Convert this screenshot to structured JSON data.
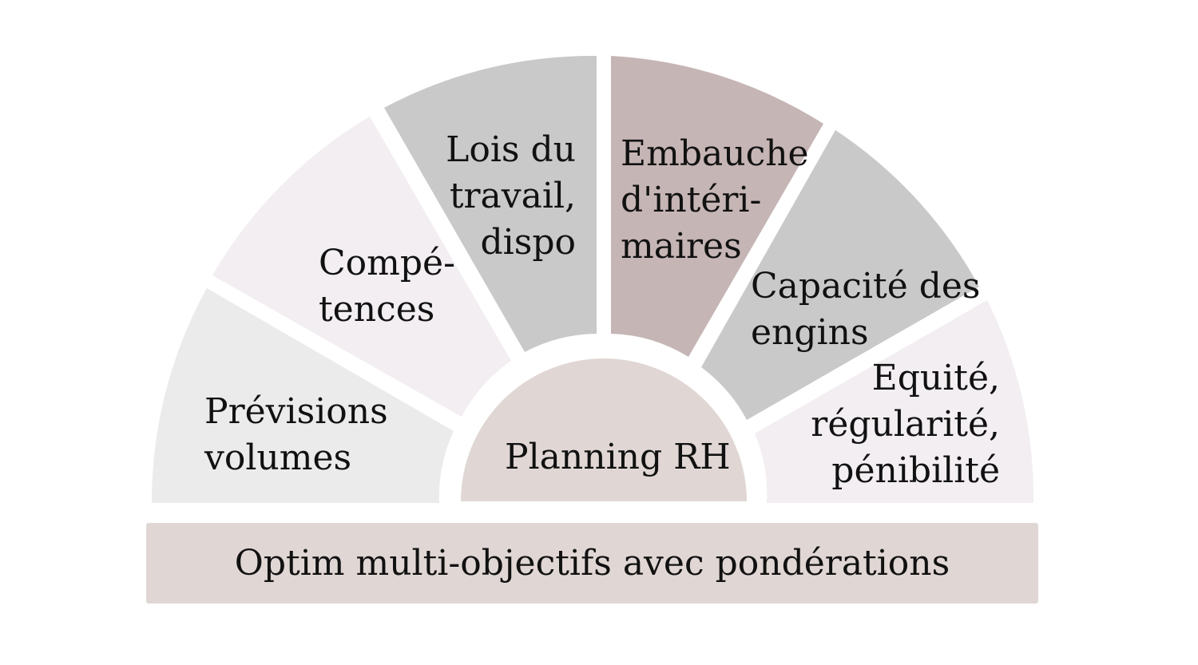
{
  "diagram": {
    "segments": [
      {
        "id": "previsions",
        "label": "Prévisions\nvolumes",
        "color": "#ebebeb"
      },
      {
        "id": "competences",
        "label": "Compé-\ntences",
        "color": "#f2eef1"
      },
      {
        "id": "lois",
        "label": "Lois du\ntravail,\ndispo",
        "color": "#c9c9c9"
      },
      {
        "id": "embauche",
        "label": "Embauche\nd'intéri-\nmaires",
        "color": "#c6b5b5"
      },
      {
        "id": "capacite",
        "label": "Capacité des\nengins",
        "color": "#c9c9c9"
      },
      {
        "id": "equite",
        "label": "Equité,\nrégularité,\npénibilité",
        "color": "#f2eef1"
      }
    ],
    "center": {
      "label": "Planning RH",
      "color": "#e0d7d4"
    },
    "base_bar": {
      "label": "Optim multi-objectifs avec pondérations",
      "color": "#e0d7d4"
    }
  }
}
